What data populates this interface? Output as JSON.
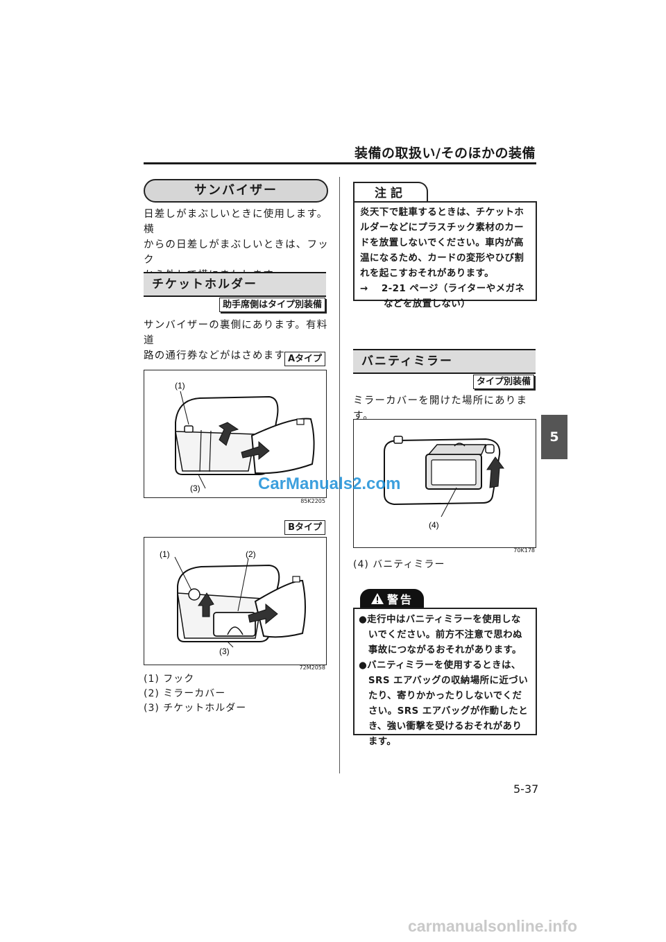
{
  "header": {
    "title": "装備の取扱い/そのほかの装備"
  },
  "chapter_tab": "5",
  "page_number": "5-37",
  "left": {
    "sun_visor": {
      "heading": "サンバイザー",
      "lines": [
        "日差しがまぶしいときに使用します。横",
        "からの日差しがまぶしいときは、フック",
        "から外して横にまわします。"
      ]
    },
    "ticket_holder": {
      "heading": "チケットホルダー",
      "badge": "助手席側はタイプ別装備",
      "lines": [
        "サンバイザーの裏側にあります。有料道",
        "路の通行券などがはさめます。"
      ],
      "type_a": {
        "badge": "Aタイプ",
        "labels": {
          "l1": "(1)",
          "l3": "(3)"
        },
        "code": "85K2205"
      },
      "type_b": {
        "badge": "Bタイプ",
        "labels": {
          "l1": "(1)",
          "l2": "(2)",
          "l3": "(3)"
        },
        "code": "72M2058"
      },
      "legend": [
        "(1) フック",
        "(2) ミラーカバー",
        "(3) チケットホルダー"
      ]
    }
  },
  "right": {
    "note": {
      "tab": "注記",
      "lines": [
        "炎天下で駐車するときは、チケットホ",
        "ルダーなどにプラスチック素材のカー",
        "ドを放置しないでください。車内が高",
        "温になるため、カードの変形やひび割",
        "れを起こすおそれがあります。"
      ],
      "ref_arrow": "→",
      "ref_line1": "2-21 ページ（ライターやメガネ",
      "ref_line2": "などを放置しない）"
    },
    "vanity": {
      "heading": "バニティミラー",
      "badge": "タイプ別装備",
      "text": "ミラーカバーを開けた場所にあります。",
      "label4": "(4)",
      "code": "70K178",
      "legend": "(4) バニティミラー"
    },
    "warning": {
      "tab": "警告",
      "bullet1": [
        "●走行中はバニティミラーを使用しな",
        "　いでください。前方不注意で思わぬ",
        "　事故につながるおそれがあります。"
      ],
      "bullet2": [
        "●バニティミラーを使用するときは、",
        "　SRS エアバッグの収納場所に近づい",
        "　たり、寄りかかったりしないでくだ",
        "　さい。SRS エアバッグが作動したと",
        "　き、強い衝撃を受けるおそれがあり",
        "　ます。"
      ]
    }
  },
  "watermarks": {
    "center": "CarManuals2.com",
    "footer": "carmanualsonline.info"
  },
  "colors": {
    "band_gray": "#dcdcdc",
    "tab_gray": "#555555",
    "watermark_blue": "#1b8fd8"
  }
}
